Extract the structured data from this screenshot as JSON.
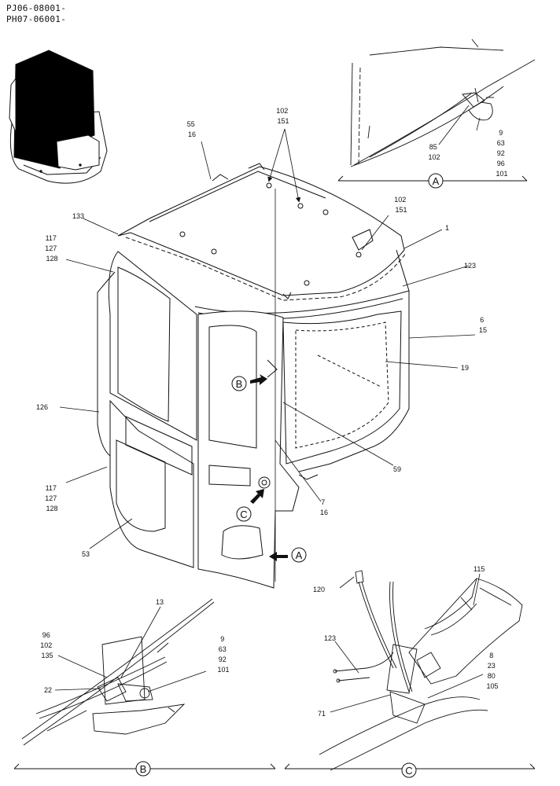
{
  "header": {
    "serial_1": "PJ06-08001-",
    "serial_2": "PH07-06001-"
  },
  "main_callouts": [
    {
      "id": "c-55-16",
      "lines": [
        "55",
        "16"
      ]
    },
    {
      "id": "c-102-151-top",
      "lines": [
        "102",
        "151"
      ]
    },
    {
      "id": "c-102-151-roof",
      "lines": [
        "102",
        "151"
      ]
    },
    {
      "id": "c-1",
      "lines": [
        "1"
      ]
    },
    {
      "id": "c-123",
      "lines": [
        "123"
      ]
    },
    {
      "id": "c-6-15",
      "lines": [
        "6",
        "15"
      ]
    },
    {
      "id": "c-19",
      "lines": [
        "19"
      ]
    },
    {
      "id": "c-59",
      "lines": [
        "59"
      ]
    },
    {
      "id": "c-7-16",
      "lines": [
        "7",
        "16"
      ]
    },
    {
      "id": "c-133",
      "lines": [
        "133"
      ]
    },
    {
      "id": "c-117-upper",
      "lines": [
        "117",
        "127",
        "128"
      ]
    },
    {
      "id": "c-126",
      "lines": [
        "126"
      ]
    },
    {
      "id": "c-117-lower",
      "lines": [
        "117",
        "127",
        "128"
      ]
    },
    {
      "id": "c-53",
      "lines": [
        "53"
      ]
    }
  ],
  "detail_a": {
    "marker": "A",
    "callouts": [
      {
        "id": "a-9",
        "lines": [
          "9",
          "63",
          "92",
          "96",
          "101"
        ]
      },
      {
        "id": "a-85",
        "lines": [
          "85",
          "102"
        ]
      }
    ]
  },
  "detail_b": {
    "marker": "B",
    "callouts": [
      {
        "id": "b-13",
        "lines": [
          "13"
        ]
      },
      {
        "id": "b-96",
        "lines": [
          "96",
          "102",
          "135"
        ]
      },
      {
        "id": "b-9",
        "lines": [
          "9",
          "63",
          "92",
          "101"
        ]
      },
      {
        "id": "b-22",
        "lines": [
          "22"
        ]
      }
    ]
  },
  "detail_c": {
    "marker": "C",
    "callouts": [
      {
        "id": "c-115",
        "lines": [
          "115"
        ]
      },
      {
        "id": "c-120",
        "lines": [
          "120"
        ]
      },
      {
        "id": "c-123d",
        "lines": [
          "123"
        ]
      },
      {
        "id": "c-8",
        "lines": [
          "8",
          "23",
          "80",
          "105"
        ]
      },
      {
        "id": "c-71",
        "lines": [
          "71"
        ]
      }
    ]
  },
  "view_markers": {
    "b": "B",
    "c": "C",
    "a": "A"
  }
}
